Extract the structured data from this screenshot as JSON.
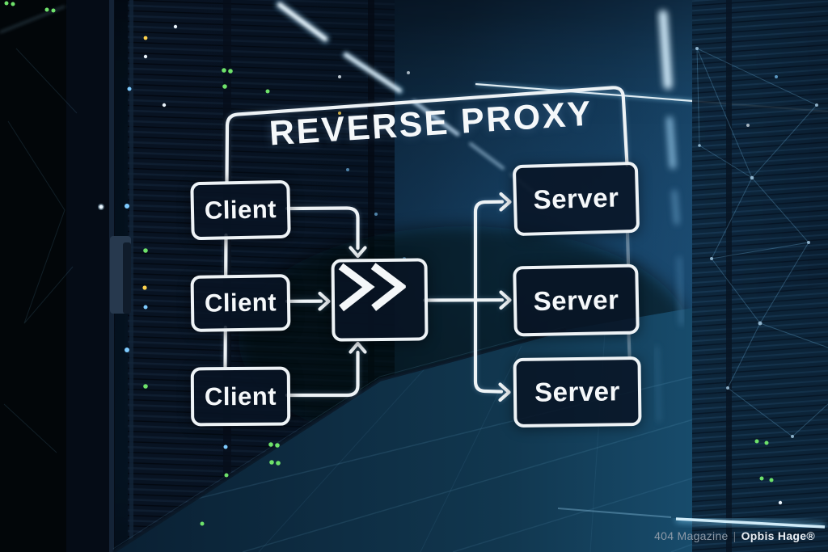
{
  "title": "REVERSE PROXY",
  "diagram": {
    "clients": [
      {
        "label": "Client"
      },
      {
        "label": "Client"
      },
      {
        "label": "Client"
      }
    ],
    "proxy": {
      "icon": "forward-chevrons-icon"
    },
    "servers": [
      {
        "label": "Server"
      },
      {
        "label": "Server"
      },
      {
        "label": "Server"
      }
    ],
    "colors": {
      "line_white": "#eef3f6",
      "node_fill": "#0a1627",
      "accent_cyan": "#8fd8ff",
      "led_green": "#6ee26a",
      "led_amber": "#ffd34d",
      "led_blue": "#7ecbff"
    }
  },
  "watermark": {
    "magazine": "404 Magazine",
    "separator": "|",
    "brand": "Opbis Hage®"
  }
}
